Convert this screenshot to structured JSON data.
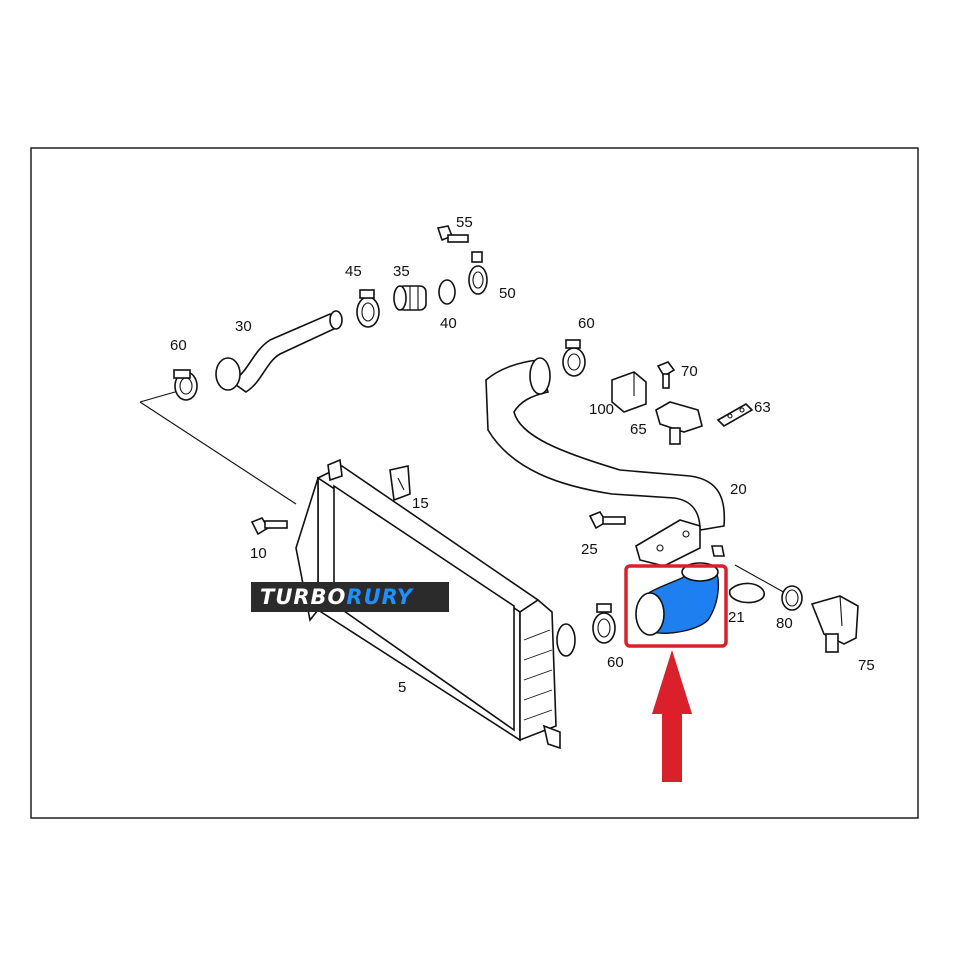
{
  "watermark": {
    "part1": "TURBO",
    "part2": "RURY",
    "color1": "#ffffff",
    "color2": "#1e90ff",
    "background": "#2b2b2b"
  },
  "highlight": {
    "hose_color": "#1e7ff0",
    "box_color": "#d9202b",
    "arrow_color": "#d9202b"
  },
  "labels": {
    "p5": "5",
    "p10": "10",
    "p15": "15",
    "p20": "20",
    "p21": "21",
    "p25": "25",
    "p30": "30",
    "p35": "35",
    "p40": "40",
    "p45": "45",
    "p50": "50",
    "p55": "55",
    "p60a": "60",
    "p60b": "60",
    "p60c": "60",
    "p63": "63",
    "p65": "65",
    "p70": "70",
    "p75": "75",
    "p80": "80",
    "p100": "100"
  }
}
